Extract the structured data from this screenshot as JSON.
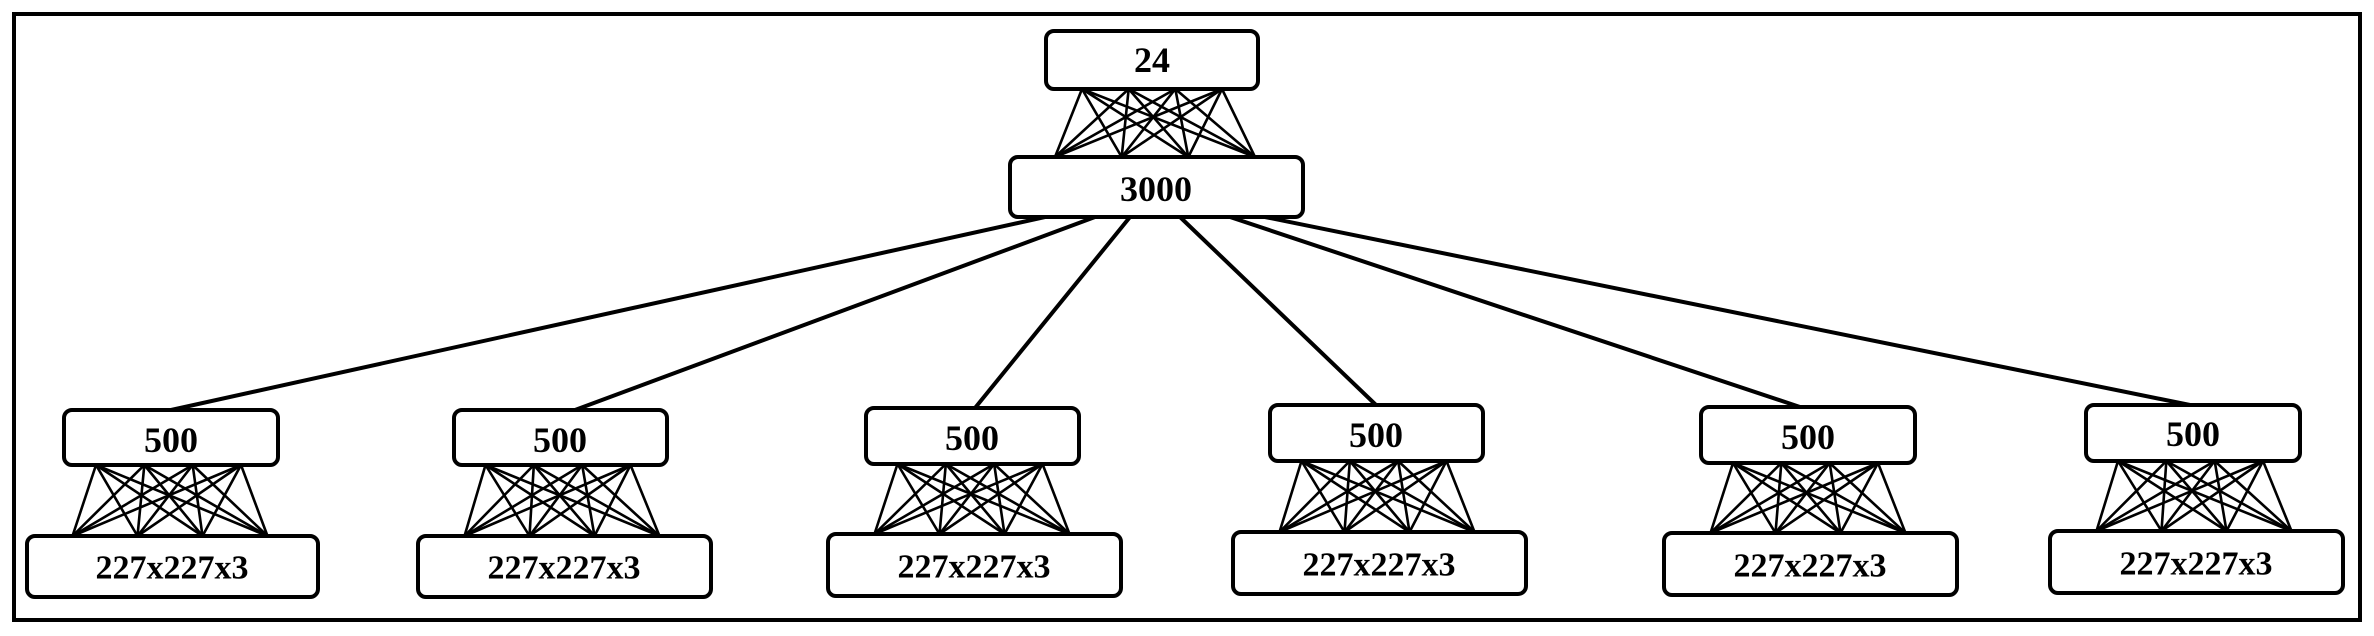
{
  "diagram": {
    "output_node": {
      "label": "24"
    },
    "fusion_node": {
      "label": "3000"
    },
    "branches": [
      {
        "hidden_label": "500",
        "input_label": "227x227x3"
      },
      {
        "hidden_label": "500",
        "input_label": "227x227x3"
      },
      {
        "hidden_label": "500",
        "input_label": "227x227x3"
      },
      {
        "hidden_label": "500",
        "input_label": "227x227x3"
      },
      {
        "hidden_label": "500",
        "input_label": "227x227x3"
      },
      {
        "hidden_label": "500",
        "input_label": "227x227x3"
      }
    ]
  }
}
